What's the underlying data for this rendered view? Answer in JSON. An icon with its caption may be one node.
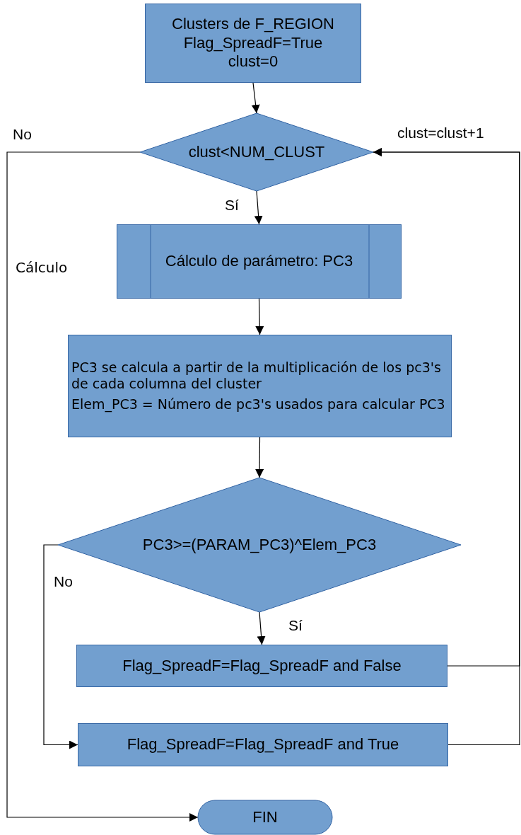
{
  "diagram": {
    "nodes": [
      {
        "text": [
          "Clusters de F_REGION",
          "Flag_SpreadF=True",
          "clust=0"
        ]
      },
      {
        "text": [
          "clust<NUM_CLUST"
        ]
      },
      {
        "text": [
          "Cálculo de parámetro: PC3"
        ]
      },
      {
        "text": [
          "PC3 se calcula a partir de la multiplicación de los pc3's de cada columna del cluster",
          "Elem_PC3 = Número de pc3's usados para calcular PC3"
        ]
      },
      {
        "text": [
          "PC3>=(PARAM_PC3)^Elem_PC3"
        ]
      },
      {
        "text": [
          "Flag_SpreadF=Flag_SpreadF and False"
        ]
      },
      {
        "text": [
          "Flag_SpreadF=Flag_SpreadF and True"
        ]
      },
      {
        "text": [
          "FIN"
        ]
      }
    ],
    "edges": [
      {
        "from": 0,
        "to": 1,
        "arrow": "to"
      },
      {
        "from": 1,
        "to": 2,
        "arrow": "to",
        "label": "Sí"
      },
      {
        "from": 2,
        "to": 3,
        "arrow": "to"
      },
      {
        "from": 3,
        "to": 4,
        "arrow": "to"
      },
      {
        "from": 4,
        "to": 5,
        "arrow": "to",
        "label": "Sí"
      },
      {
        "from": 4,
        "to": 6,
        "arrow": "to",
        "label": "No"
      },
      {
        "from": 5,
        "to": 1,
        "arrow": "to",
        "label": "clust=clust+1"
      },
      {
        "from": 6,
        "to": 1,
        "arrow": "to"
      },
      {
        "from": 1,
        "to": 7,
        "arrow": "to",
        "label": "No"
      }
    ],
    "labels": [
      "Cálculo"
    ]
  }
}
